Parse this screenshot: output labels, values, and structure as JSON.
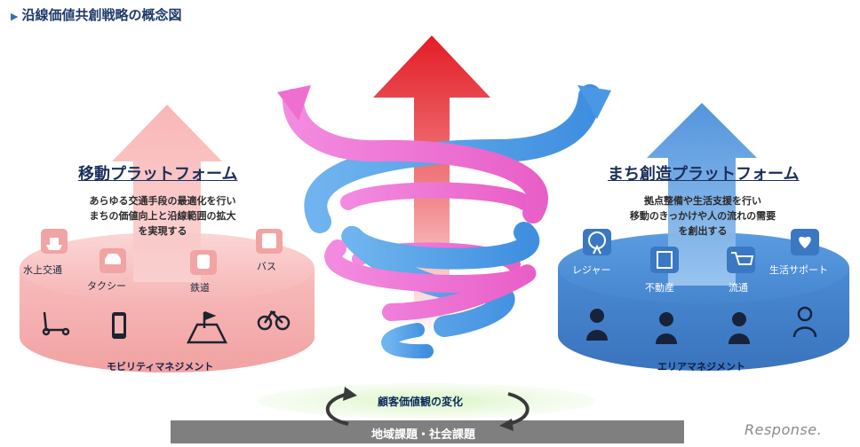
{
  "title": "沿線価値共創戦略の概念図",
  "left": {
    "heading": "移動プラットフォーム",
    "description": [
      "あらゆる交通手段の最適化を行い",
      "まちの価値向上と沿線範囲の拡大",
      "を実現する"
    ],
    "services": [
      "水上交通",
      "タクシー",
      "鉄道",
      "バス"
    ],
    "base_label": "モビリティマネジメント"
  },
  "right": {
    "heading": "まち創造プラットフォーム",
    "description": [
      "拠点整備や生活支援を行い",
      "移動のきっかけや人の流れの需要",
      "を創出する"
    ],
    "services": [
      "レジャー",
      "不動産",
      "流通",
      "生活サポート"
    ],
    "base_label": "エリアマネジメント"
  },
  "center_label": "顧客価値観の変化",
  "bottom_label": "地域課題・社会課題",
  "brand": "Response.",
  "colors": {
    "red": "#e4272f",
    "blue": "#4a90d9",
    "pink": "#ef6fd0",
    "left_cyl": "#f7b6b6",
    "right_cyl": "#4f8fd6"
  }
}
